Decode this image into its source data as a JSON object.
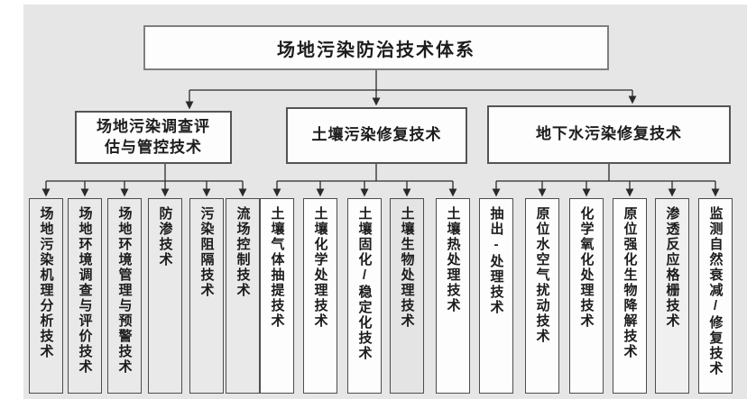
{
  "figure": {
    "type": "org-tree-diagram",
    "background_color": "#e6e6e6",
    "box_border_color": "#595959",
    "line_color": "#2a2a2a",
    "text_color": "#1c1c1c"
  },
  "tree": {
    "root": {
      "label": "场地污染防治技术体系"
    },
    "branches": [
      {
        "label": "场地污染调查评\n估与管控技术",
        "children": [
          {
            "label": "场地污染机理分析技术"
          },
          {
            "label": "场地环境调查与评价技术"
          },
          {
            "label": "场地环境管理与预警技术"
          },
          {
            "label": "防渗技术"
          },
          {
            "label": "污染阻隔技术"
          },
          {
            "label": "流场控制技术"
          }
        ]
      },
      {
        "label": "土壤污染修复技术",
        "children": [
          {
            "label": "土壤气体抽提技术"
          },
          {
            "label": "土壤化学处理技术"
          },
          {
            "label": "土壤固化/稳定化技术"
          },
          {
            "label": "土壤生物处理技术"
          },
          {
            "label": "土壤热处理技术"
          }
        ]
      },
      {
        "label": "地下水污染修复技术",
        "children": [
          {
            "label": "抽出-处理技术"
          },
          {
            "label": "原位水空气扰动技术"
          },
          {
            "label": "化学氧化处理技术"
          },
          {
            "label": "原位强化生物降解技术"
          },
          {
            "label": "渗透反应格栅技术"
          },
          {
            "label": "监测自然衰减/修复技术"
          }
        ]
      }
    ]
  }
}
